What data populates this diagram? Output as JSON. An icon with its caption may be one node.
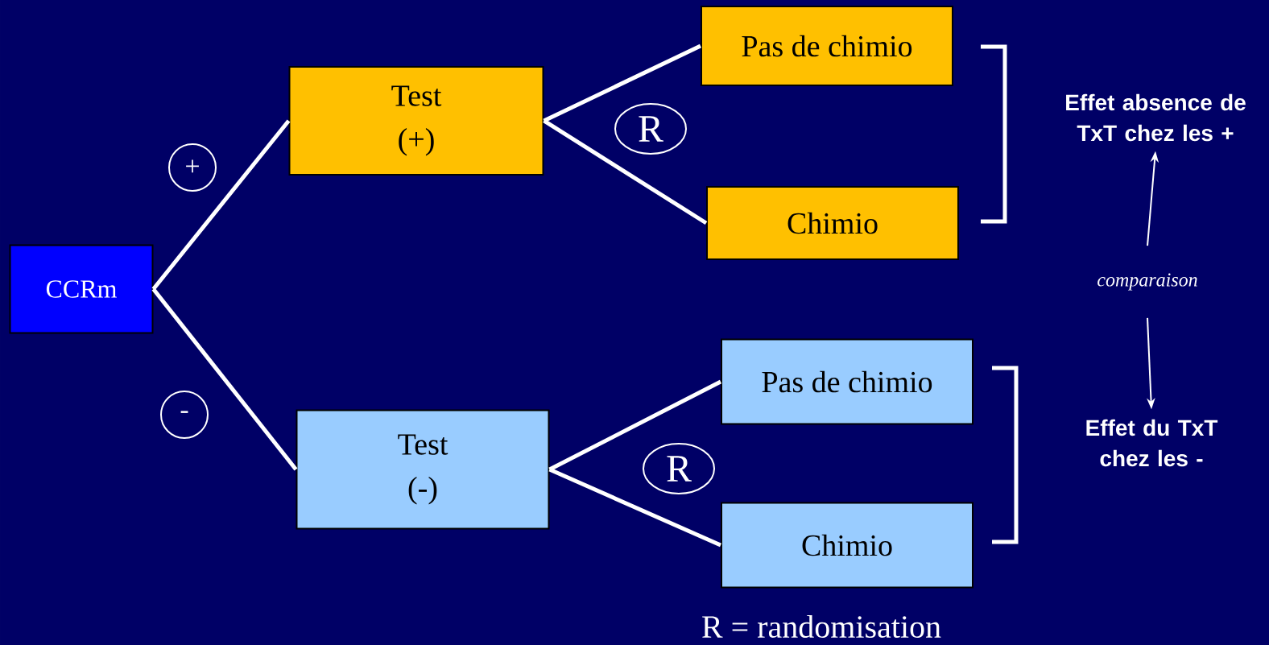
{
  "diagram": {
    "nodes": [
      {
        "text": [
          "CCRm"
        ]
      },
      {
        "text": [
          "Test",
          "(+)"
        ]
      },
      {
        "text": [
          "Pas de chimio"
        ]
      },
      {
        "text": [
          "Chimio"
        ]
      },
      {
        "text": [
          "Test",
          "(-)"
        ]
      },
      {
        "text": [
          "Pas de chimio"
        ]
      },
      {
        "text": [
          "Chimio"
        ]
      },
      {
        "text": [
          "Effet absence de TxT chez les +"
        ]
      },
      {
        "text": [
          "comparaison"
        ]
      },
      {
        "text": [
          "Effet du TxT chez les -"
        ]
      },
      {
        "text": [
          "+"
        ]
      },
      {
        "text": [
          "-"
        ]
      },
      {
        "text": [
          "R"
        ]
      },
      {
        "text": [
          "R"
        ]
      }
    ],
    "edges": [
      {
        "from": 0,
        "to": 1,
        "arrow": "none"
      },
      {
        "from": 0,
        "to": 4,
        "arrow": "none"
      },
      {
        "from": 1,
        "to": 2,
        "arrow": "none"
      },
      {
        "from": 1,
        "to": 3,
        "arrow": "none"
      },
      {
        "from": 4,
        "to": 5,
        "arrow": "none"
      },
      {
        "from": 4,
        "to": 6,
        "arrow": "none"
      },
      {
        "from": 8,
        "to": 7,
        "arrow": "to"
      },
      {
        "from": 8,
        "to": 9,
        "arrow": "to"
      }
    ],
    "labels": [
      "R = randomisation"
    ]
  }
}
